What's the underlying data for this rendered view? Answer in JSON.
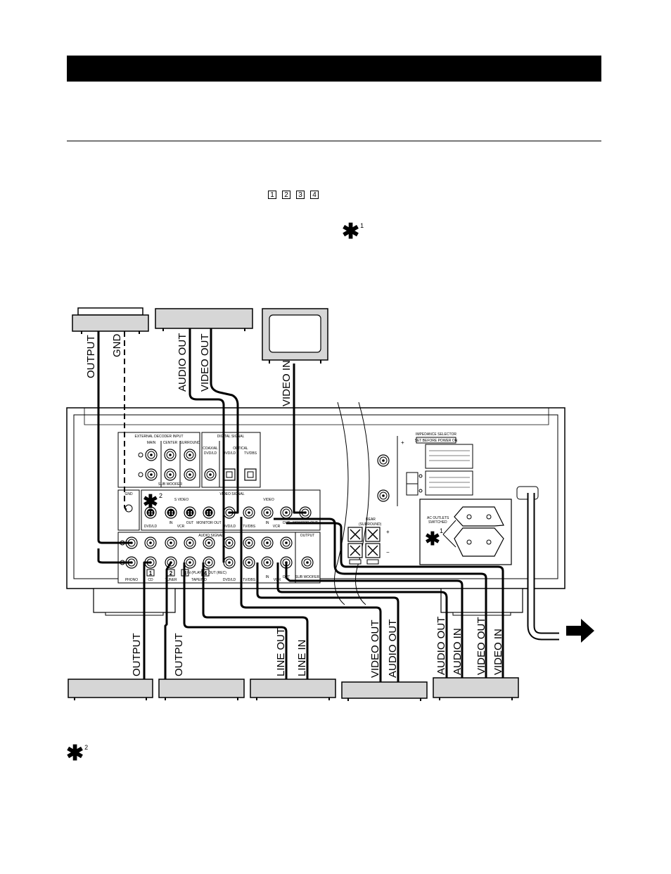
{
  "note_numbers": [
    "1",
    "2",
    "3",
    "4"
  ],
  "footnote_marks": {
    "star1": "1",
    "star2": "2"
  },
  "top_labels": {
    "output": "OUTPUT",
    "gnd": "GND",
    "audio_out": "AUDIO OUT",
    "video_out": "VIDEO OUT",
    "video_in": "VIDEO IN"
  },
  "bottom_labels": {
    "cd_output": "OUTPUT",
    "tuner_output": "OUTPUT",
    "line_out": "LINE OUT",
    "line_in": "LINE IN",
    "tv_video_out": "VIDEO OUT",
    "tv_audio_out": "AUDIO OUT",
    "vcr_audio_out": "AUDIO OUT",
    "vcr_audio_in": "AUDIO IN",
    "vcr_video_out": "VIDEO OUT",
    "vcr_video_in": "VIDEO IN"
  },
  "panel": {
    "external_decoder_input": "EXTERNAL DECODER INPUT",
    "main": "MAIN",
    "center": "CENTER",
    "surround": "SURROUND",
    "sub_woofer": "SUB WOOFER",
    "digital_signal": "DIGITAL SIGNAL",
    "coaxial": "COAXIAL",
    "coaxial_dvd": "DVD/LD",
    "optical": "OPTICAL",
    "optical_dvd": "DVD/LD",
    "optical_tv": "TV/DBS",
    "gnd": "GND",
    "video_signal": "VIDEO SIGNAL",
    "s_video": "S VIDEO",
    "video": "VIDEO",
    "dvd_ld": "DVD/LD",
    "in": "IN",
    "vcr": "VCR",
    "out": "OUT",
    "monitor_out": "MONITOR OUT",
    "tv_dbs": "TV/DBS",
    "audio_signal": "AUDIO SIGNAL",
    "output": "OUTPUT",
    "phono": "PHONO",
    "cd": "CD",
    "tuner": "TUNER",
    "tape_in": "IN (PLAY)",
    "tape_label": "TAPE/MD",
    "tape_out": "OUT (REC)",
    "sub_woofer_out": "SUB WOOFER",
    "impedance_selector": "IMPEDANCE SELECTOR",
    "set_before": "SET BEFORE POWER ON",
    "rear": "REAR",
    "rear_sub": "(SURROUND)",
    "ac_outlets": "AC OUTLETS",
    "switched": "SWITCHED"
  }
}
